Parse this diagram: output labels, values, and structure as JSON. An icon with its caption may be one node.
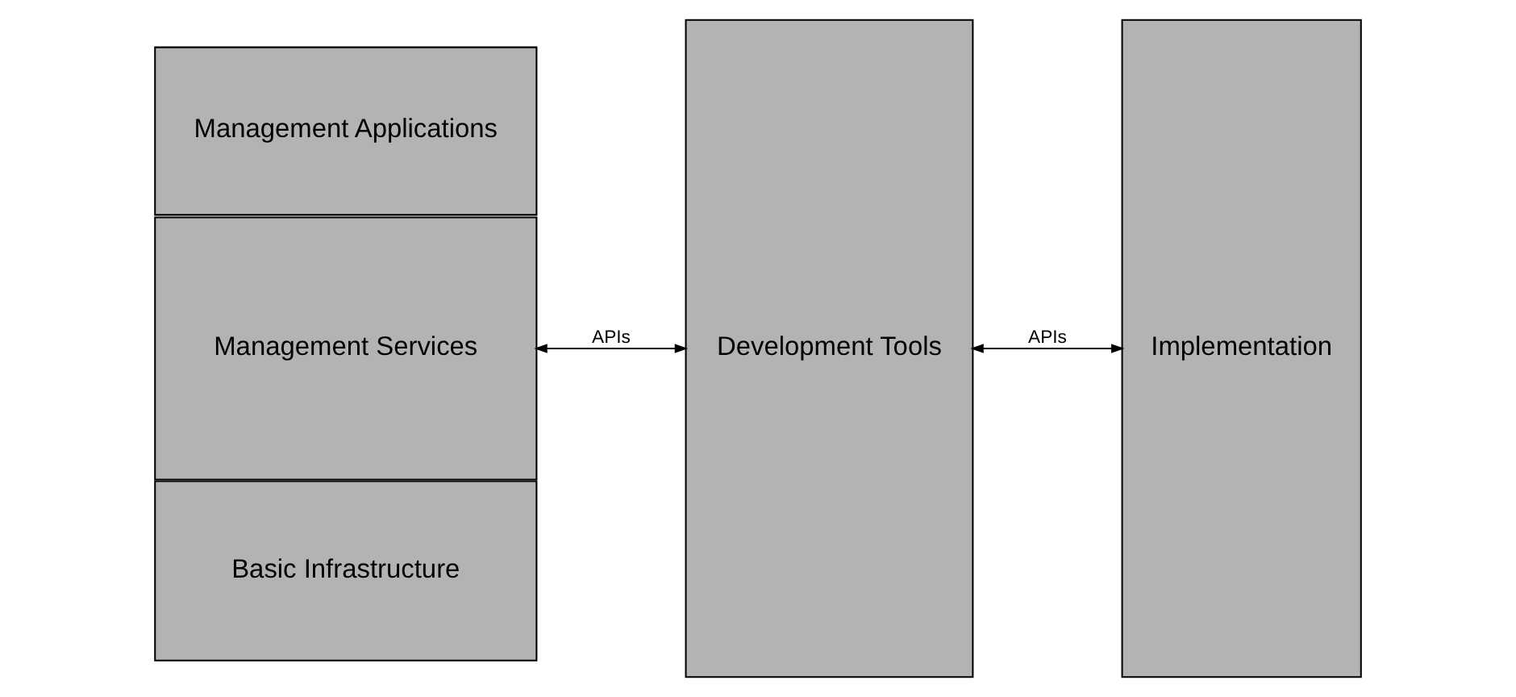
{
  "diagram": {
    "nodes": [
      {
        "text": [
          "Management Applications"
        ]
      },
      {
        "text": [
          "Management Services"
        ]
      },
      {
        "text": [
          "Basic Infrastructure"
        ]
      },
      {
        "text": [
          "Development Tools"
        ]
      },
      {
        "text": [
          "Implementation"
        ]
      }
    ],
    "edges": [
      {
        "from": 1,
        "to": 3,
        "arrow": "both",
        "label": "APIs"
      },
      {
        "from": 3,
        "to": 4,
        "arrow": "both",
        "label": "APIs"
      }
    ]
  }
}
